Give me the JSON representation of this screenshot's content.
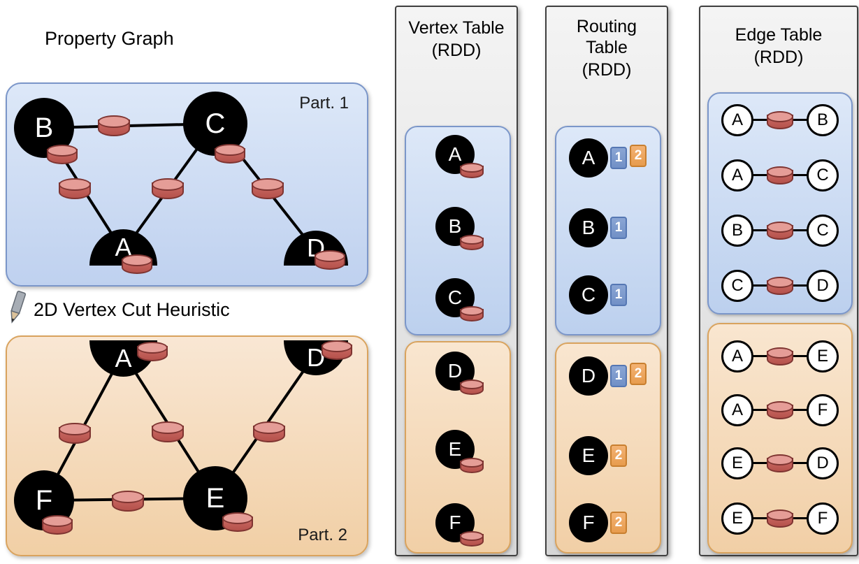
{
  "colors": {
    "partition1_fill": "#c9d7f1",
    "partition1_border": "#7b96c9",
    "partition2_fill": "#f6ddbe",
    "partition2_border": "#d9a35e",
    "table_fill": "#e2e2e2",
    "table_border": "#404040",
    "vertex_fill": "#000000",
    "property_cylinder": "#c4615c",
    "route_badge_part1": "#7e9bcd",
    "route_badge_part2": "#eda55c"
  },
  "property_graph": {
    "title": "Property Graph",
    "cut_label": "2D Vertex Cut Heuristic",
    "part1": {
      "label": "Part. 1",
      "vertices": [
        "B",
        "C",
        "A",
        "D"
      ],
      "edges": [
        "B–C",
        "B–A",
        "C–A",
        "C–D"
      ]
    },
    "part2": {
      "label": "Part. 2",
      "vertices": [
        "A",
        "D",
        "F",
        "E"
      ],
      "edges": [
        "A–F",
        "A–E",
        "D–E",
        "F–E"
      ]
    }
  },
  "vertex_table": {
    "title": "Vertex Table",
    "subtitle": "(RDD)",
    "part1": [
      "A",
      "B",
      "C"
    ],
    "part2": [
      "D",
      "E",
      "F"
    ]
  },
  "routing_table": {
    "title_line1": "Routing",
    "title_line2": "Table",
    "title_line3": "(RDD)",
    "part1": [
      {
        "vertex": "A",
        "parts": [
          "1",
          "2"
        ]
      },
      {
        "vertex": "B",
        "parts": [
          "1"
        ]
      },
      {
        "vertex": "C",
        "parts": [
          "1"
        ]
      }
    ],
    "part2": [
      {
        "vertex": "D",
        "parts": [
          "1",
          "2"
        ]
      },
      {
        "vertex": "E",
        "parts": [
          "2"
        ]
      },
      {
        "vertex": "F",
        "parts": [
          "2"
        ]
      }
    ]
  },
  "edge_table": {
    "title": "Edge Table",
    "subtitle": "(RDD)",
    "part1": [
      {
        "src": "A",
        "dst": "B"
      },
      {
        "src": "A",
        "dst": "C"
      },
      {
        "src": "B",
        "dst": "C"
      },
      {
        "src": "C",
        "dst": "D"
      }
    ],
    "part2": [
      {
        "src": "A",
        "dst": "E"
      },
      {
        "src": "A",
        "dst": "F"
      },
      {
        "src": "E",
        "dst": "D"
      },
      {
        "src": "E",
        "dst": "F"
      }
    ]
  }
}
